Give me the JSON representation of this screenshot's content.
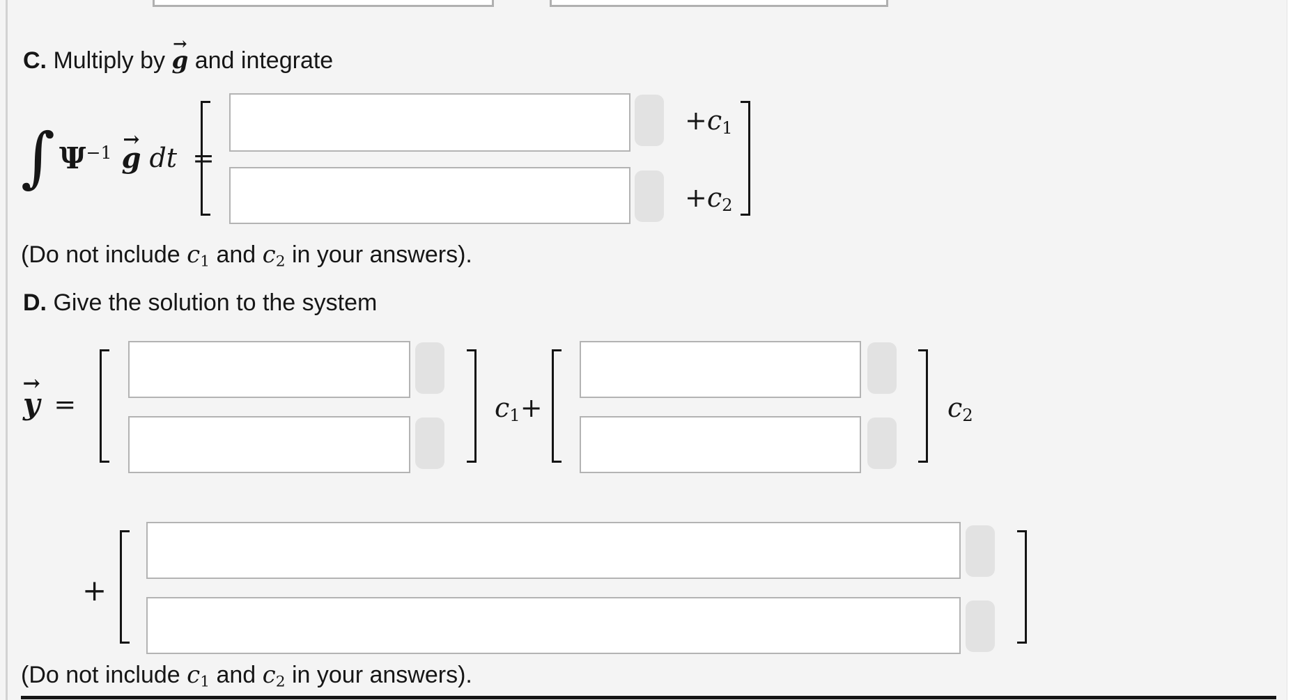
{
  "colors": {
    "page_background": "#f4f4f4",
    "box_border": "#b3b3b3",
    "box_fill": "#ffffff",
    "tab_fill": "#e2e2e2",
    "text": "#161616",
    "divider": "#141414"
  },
  "top_partial_fields": {
    "left_value": "",
    "right_value": ""
  },
  "part_c": {
    "label": "C.",
    "title_before": " Multiply by ",
    "vector_symbol": "g",
    "arrow": "→",
    "title_after": " and integrate",
    "equation": {
      "integral": "∫",
      "psi": "Ψ",
      "exponent": "−1",
      "g": "g",
      "dt": "dt",
      "equals": "="
    },
    "row1_label": {
      "plus_c": "+c",
      "sub": "1"
    },
    "row2_label": {
      "plus_c": "+c",
      "sub": "2"
    },
    "inputs": {
      "row1": "",
      "row2": ""
    },
    "note": {
      "pre": "(Do not include ",
      "c1": "c",
      "sub1": "1",
      "mid": " and ",
      "c2": "c",
      "sub2": "2",
      "post": " in your answers)."
    }
  },
  "part_d": {
    "label": "D.",
    "title": " Give the solution to the system",
    "lhs": {
      "y": "y",
      "arrow": "→",
      "equals": "="
    },
    "coef1": {
      "c": "c",
      "sub": "1",
      "plus": "+"
    },
    "coef2": {
      "c": "c",
      "sub": "2"
    },
    "plus_row": "+",
    "matrix1_inputs": {
      "row1": "",
      "row2": ""
    },
    "matrix2_inputs": {
      "row1": "",
      "row2": ""
    },
    "matrix3_inputs": {
      "row1": "",
      "row2": ""
    },
    "note": {
      "pre": "(Do not include ",
      "c1": "c",
      "sub1": "1",
      "mid": " and ",
      "c2": "c",
      "sub2": "2",
      "post": " in your answers)."
    }
  }
}
